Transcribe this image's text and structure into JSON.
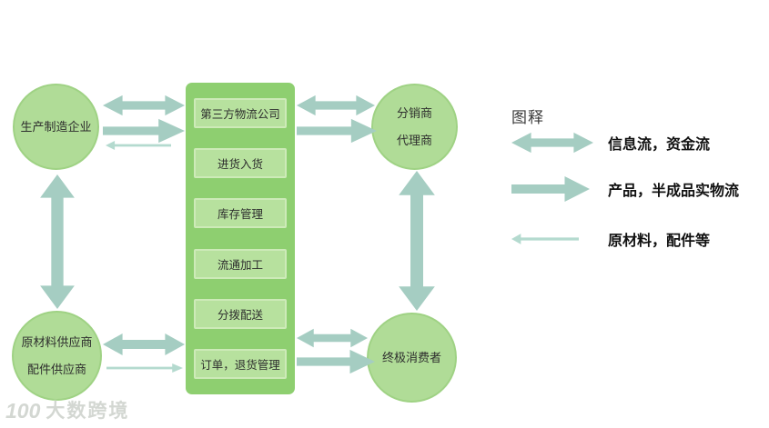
{
  "diagram": {
    "nodes": {
      "manufacturer": {
        "label": "生产制造企业"
      },
      "supplier": {
        "lines": [
          "原材料供应商",
          "配件供应商"
        ]
      },
      "distributor": {
        "lines": [
          "分销商",
          "代理商"
        ]
      },
      "consumer": {
        "label": "终极消费者"
      },
      "logistics": {
        "boxes": [
          "第三方物流公司",
          "进货入货",
          "库存管理",
          "流通加工",
          "分拨配送",
          "订单，退货管理"
        ]
      }
    },
    "legend": {
      "title": "图释",
      "items": [
        {
          "icon": "double-headed-arrow",
          "label": "信息流，资金流"
        },
        {
          "icon": "thick-right-arrow",
          "label": "产品，半成品实物流"
        },
        {
          "icon": "thin-left-arrow",
          "label": "原材料，配件等"
        }
      ]
    },
    "colors": {
      "circle_fill": "#b0dc97",
      "circle_border": "#9fd284",
      "column_fill": "#8ecf70",
      "box_fill": "#b7e19e",
      "box_border": "#cdeab8",
      "arrow_thick": "#a5cdc2",
      "arrow_thin": "#b4dacf",
      "text": "#333333",
      "legend_text": "#111111",
      "watermark": "#c9cec7"
    },
    "watermark": {
      "logo": "100",
      "brand": "大数跨境"
    }
  }
}
